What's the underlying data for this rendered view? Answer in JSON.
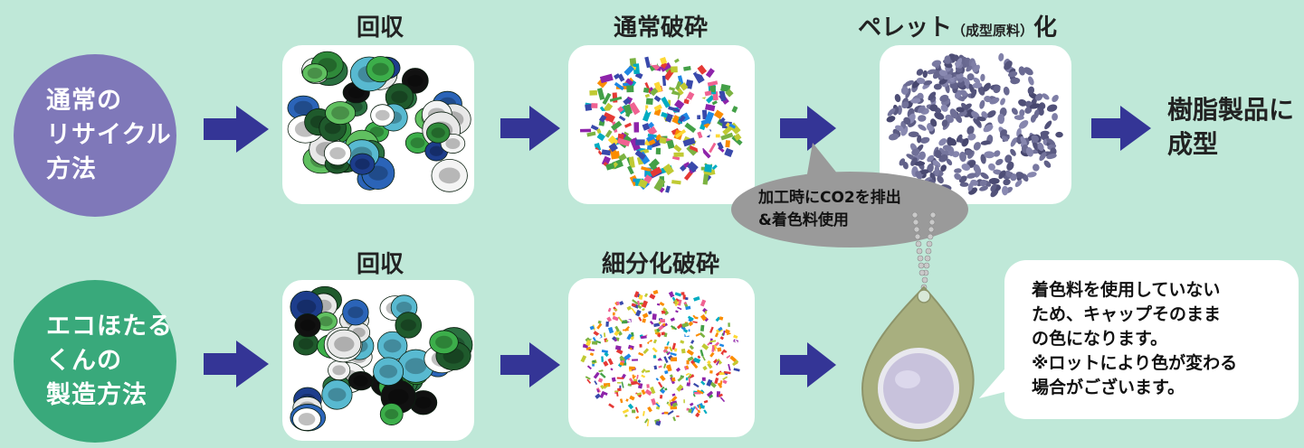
{
  "top_row": {
    "circle_lines": [
      "通常の",
      "リサイクル",
      "方法"
    ],
    "step1_title": "回収",
    "step2_title": "通常破砕",
    "step3_title_main": "ペレット",
    "step3_title_paren": "（成型原料）",
    "step3_title_tail": "化",
    "result_lines": [
      "樹脂製品に",
      "成型"
    ],
    "note_lines": [
      "加工時にCO2を排出",
      "&着色料使用"
    ]
  },
  "bottom_row": {
    "circle_lines": [
      "エコほたる",
      "くんの",
      "製造方法"
    ],
    "step1_title": "回収",
    "step2_title": "細分化破砕",
    "note_lines": [
      "着色料を使用していない",
      "ため、キャップそのまま",
      "の色になります。",
      "※ロットにより色が変わる",
      "場合がございます。"
    ]
  },
  "colors": {
    "background": "#bfe8d8",
    "arrow": "#343596",
    "circle_top": "#7f78b9",
    "circle_bottom": "#39a97b"
  },
  "icons": [
    "arrow-right-icon",
    "bottle-caps-image",
    "crushed-plastic-image",
    "pellets-image",
    "keychain-image"
  ]
}
